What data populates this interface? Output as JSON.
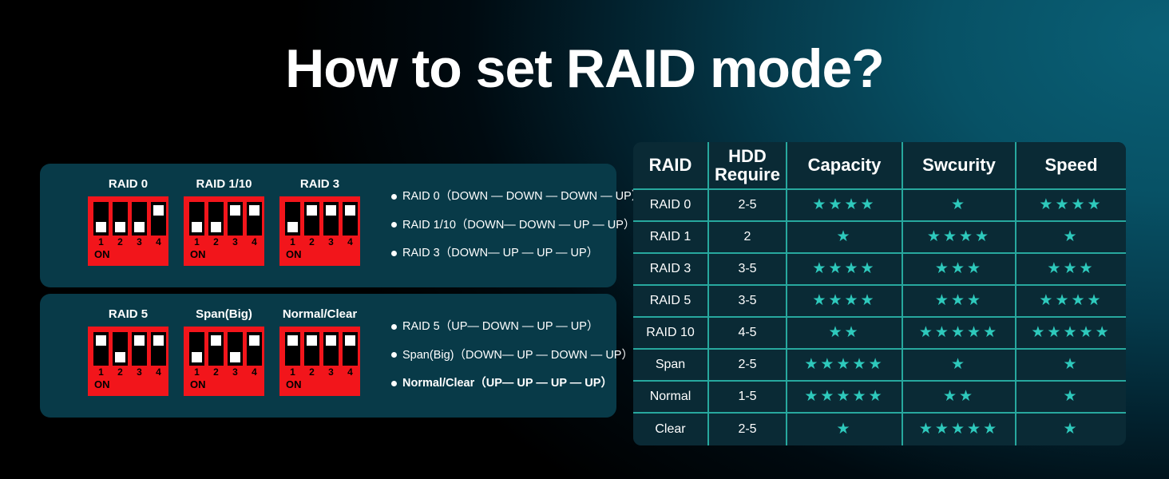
{
  "title": "How to set RAID mode?",
  "theme": {
    "background_dark": "#000000",
    "background_teal": "#0a6076",
    "panel_bg": "#083a48",
    "dip_red": "#f2151b",
    "star_color": "#2ec9bc",
    "table_border": "#27a89e",
    "table_cell_bg": "#0a2a35",
    "text_white": "#ffffff"
  },
  "dip_panels": [
    {
      "groups": [
        {
          "label": "RAID 0",
          "numbers": [
            "1",
            "2",
            "3",
            "4"
          ],
          "positions": [
            "down",
            "down",
            "down",
            "up"
          ],
          "on_text": "ON"
        },
        {
          "label": "RAID  1/10",
          "numbers": [
            "1",
            "2",
            "3",
            "4"
          ],
          "positions": [
            "down",
            "down",
            "up",
            "up"
          ],
          "on_text": "ON"
        },
        {
          "label": "RAID 3",
          "numbers": [
            "1",
            "2",
            "3",
            "4"
          ],
          "positions": [
            "down",
            "up",
            "up",
            "up"
          ],
          "on_text": "ON"
        }
      ],
      "legend": [
        {
          "text": "RAID 0（DOWN — DOWN — DOWN — UP）",
          "bold": false
        },
        {
          "text": "RAID 1/10（DOWN— DOWN — UP — UP）",
          "bold": false
        },
        {
          "text": "RAID 3（DOWN— UP  — UP — UP）",
          "bold": false
        }
      ]
    },
    {
      "groups": [
        {
          "label": "RAID 5",
          "numbers": [
            "1",
            "2",
            "3",
            "4"
          ],
          "positions": [
            "up",
            "down",
            "up",
            "up"
          ],
          "on_text": "ON"
        },
        {
          "label": "Span(Big)",
          "numbers": [
            "1",
            "2",
            "3",
            "4"
          ],
          "positions": [
            "down",
            "up",
            "down",
            "up"
          ],
          "on_text": "ON"
        },
        {
          "label": "Normal/Clear",
          "numbers": [
            "1",
            "2",
            "3",
            "4"
          ],
          "positions": [
            "up",
            "up",
            "up",
            "up"
          ],
          "on_text": "ON"
        }
      ],
      "legend": [
        {
          "text": "RAID 5（UP— DOWN — UP — UP）",
          "bold": false
        },
        {
          "text": "Span(Big)（DOWN— UP — DOWN — UP）",
          "bold": false
        },
        {
          "text": "Normal/Clear（UP— UP — UP — UP）",
          "bold": true
        }
      ]
    }
  ],
  "table": {
    "headers": [
      "RAID",
      "HDD Require",
      "Capacity",
      "Swcurity",
      "Speed"
    ],
    "rows": [
      {
        "raid": "RAID 0",
        "hdd": "2-5",
        "capacity": 4,
        "security": 1,
        "speed": 4
      },
      {
        "raid": "RAID 1",
        "hdd": "2",
        "capacity": 1,
        "security": 4,
        "speed": 1
      },
      {
        "raid": "RAID 3",
        "hdd": "3-5",
        "capacity": 4,
        "security": 3,
        "speed": 3
      },
      {
        "raid": "RAID 5",
        "hdd": "3-5",
        "capacity": 4,
        "security": 3,
        "speed": 4
      },
      {
        "raid": "RAID 10",
        "hdd": "4-5",
        "capacity": 2,
        "security": 5,
        "speed": 5
      },
      {
        "raid": "Span",
        "hdd": "2-5",
        "capacity": 5,
        "security": 1,
        "speed": 1
      },
      {
        "raid": "Normal",
        "hdd": "1-5",
        "capacity": 5,
        "security": 2,
        "speed": 1
      },
      {
        "raid": "Clear",
        "hdd": "2-5",
        "capacity": 1,
        "security": 5,
        "speed": 1
      }
    ]
  }
}
